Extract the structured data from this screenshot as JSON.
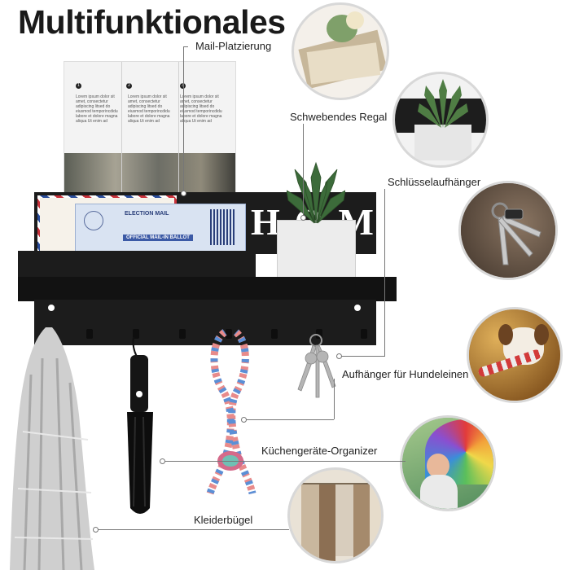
{
  "title": "Multifunktionales",
  "features": [
    {
      "label": "Mail-Platzierung",
      "image": "mail-papers-photo"
    },
    {
      "label": "Schwebendes Regal",
      "image": "succulent-shelf-photo"
    },
    {
      "label": "Schlüsselaufhänger",
      "image": "keys-photo"
    },
    {
      "label": "Aufhänger für Hundeleinen",
      "image": "dog-with-rope-photo"
    },
    {
      "label": "Küchengeräte-Organizer",
      "image": "woman-umbrella-photo"
    },
    {
      "label": "Kleiderbügel",
      "image": "clothes-rack-photo"
    }
  ],
  "product": {
    "shelf_word": "HOME",
    "envelope_text": "ELECTION MAIL",
    "ballot_text": "OFFICIAL MAIL-IN BALLOT",
    "card_numbers": [
      "1",
      "2",
      "3"
    ],
    "card_text": "Lorem ipsum dolor sit amet, consectetur adipiscing litsed do eiusmod temporincdidu labore et dolore magna aliqua Ut enim ad minimum an"
  },
  "colors": {
    "board": "#1c1c1c",
    "accent_line": "#777777"
  }
}
